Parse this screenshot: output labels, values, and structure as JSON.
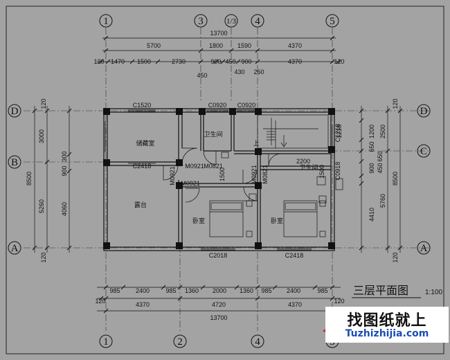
{
  "drawing": {
    "title": "三层平面图",
    "scale": "1:100",
    "axes_top": [
      "1",
      "3",
      "1/3",
      "4",
      "5"
    ],
    "axes_bottom": [
      "1",
      "2",
      "4",
      "5"
    ],
    "axes_left": [
      "D",
      "B",
      "A"
    ],
    "axes_right": [
      "D",
      "C",
      "A"
    ],
    "dims_top_row1": [
      "13700"
    ],
    "dims_top_row2": [
      "5700",
      "1800",
      "1590",
      "4370"
    ],
    "dims_top_row3": [
      "120",
      "1470",
      "1500",
      "2730",
      "900",
      "450",
      "900",
      "4370",
      "120"
    ],
    "dims_top_row4": [
      "450",
      "430",
      "260"
    ],
    "dims_bottom_row1": [
      "985",
      "2400",
      "985",
      "1360",
      "2000",
      "1360",
      "985",
      "2400",
      "985"
    ],
    "dims_bottom_row2": [
      "120",
      "4370",
      "4720",
      "4370",
      "120"
    ],
    "dims_bottom_row3": [
      "13700"
    ],
    "dims_left_outer": [
      "8500"
    ],
    "dims_left_mid": [
      "3000",
      "5260"
    ],
    "dims_left_inner": [
      "120",
      "300",
      "900",
      "4060",
      "120"
    ],
    "dims_right_outer": [
      "8500"
    ],
    "dims_right_mid": [
      "2500",
      "5760"
    ],
    "dims_right_inner": [
      "120",
      "1218",
      "1200",
      "650",
      "650",
      "900",
      "450",
      "4410",
      "120"
    ],
    "rooms": {
      "storage": "储藏室",
      "terrace": "露台",
      "bedroom_left": "卧室",
      "bedroom_right": "卧室",
      "bath_left": "卫生间",
      "bath_right": "卫生间"
    },
    "openings": {
      "c1520": "C1520",
      "c0920a": "C0920",
      "c0920b": "C0920",
      "c2418a": "C2418",
      "c2018": "C2018",
      "c2418b": "C2418",
      "c1218": "C1218",
      "m0921a": "M0921",
      "m0821a": "M0821",
      "m0921b": "M0921",
      "m0921c": "M0921",
      "m0921d": "M0921",
      "m0821b": "M0821",
      "c0918": "C0918",
      "n2200": "2200",
      "n1500a": "1500",
      "n1500b": "1500",
      "up": "上"
    }
  },
  "watermark": {
    "text": "找图纸就上",
    "url": "Tuzhizhijia.com"
  },
  "colors": {
    "background": "#a3a3a3",
    "lines": "#111111",
    "watermark_url": "#1a4db3",
    "corner_mark": "#cc2222"
  }
}
